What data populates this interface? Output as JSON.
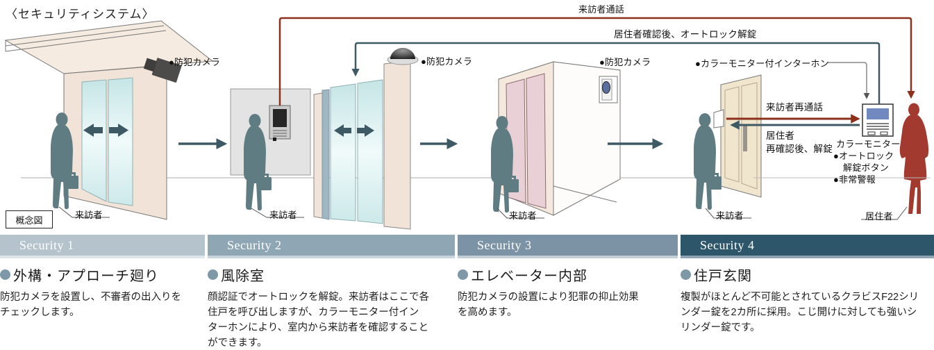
{
  "title": "〈セキュリティシステム〉",
  "concept_figure_label": "概念図",
  "colors": {
    "visitor_flow_line": "#8c301c",
    "resident_flow_line": "#3d5a64",
    "visitor_silhouette": "#5f7c83",
    "resident_silhouette": "#a23a30"
  },
  "flows": {
    "visitor_call": "来訪者通話",
    "resident_confirm_unlock": "居住者確認後、オートロック解錠",
    "visitor_recall": "来訪者再通話",
    "resident_reconfirm_line1": "居住者",
    "resident_reconfirm_line2": "再確認後、解錠"
  },
  "equipment": {
    "camera_entrance": "●防犯カメラ",
    "camera_windbreak": "●防犯カメラ",
    "camera_elevator": "●防犯カメラ",
    "intercom": "●カラーモニター付インターホン",
    "color_monitor": "カラーモニター",
    "unlock_button_line1": "●オートロック",
    "unlock_button_line2": "解錠ボタン",
    "emergency_alarm": "●非常警報"
  },
  "people": {
    "visitor1": "来訪者",
    "visitor2": "来訪者",
    "visitor3": "来訪者",
    "visitor4": "来訪者",
    "resident": "居住者"
  },
  "sections": [
    {
      "header": "Security 1",
      "header_color": "#b5c3cd",
      "header_edge": "#dfe6ea",
      "title": "外構・アプローチ廻り",
      "body": [
        "防犯カメラを設置し、不審者の出入りを",
        "チェックします。"
      ]
    },
    {
      "header": "Security 2",
      "header_color": "#8fa7b5",
      "header_edge": "#c9d5dc",
      "title": "風除室",
      "body": [
        "顔認証でオートロックを解錠。来訪者はここで各",
        "住戸を呼び出しますが、カラーモニター付イン",
        "ターホンにより、室内から来訪者を確認すること",
        "ができます。"
      ]
    },
    {
      "header": "Security 3",
      "header_color": "#7b93a4",
      "header_edge": "#c2cdd6",
      "title": "エレベーター内部",
      "body": [
        "防犯カメラの設置により犯罪の抑止効果",
        "を高めます。"
      ]
    },
    {
      "header": "Security 4",
      "header_color": "#2e566b",
      "header_edge": "#8fa3b2",
      "title": "住戸玄関",
      "body": [
        "複製がほとんど不可能とされているクラビスF22シリ",
        "ンダー錠を2カ所に採用。こじ開けに対しても強いシ",
        "リンダー錠です。"
      ]
    }
  ]
}
